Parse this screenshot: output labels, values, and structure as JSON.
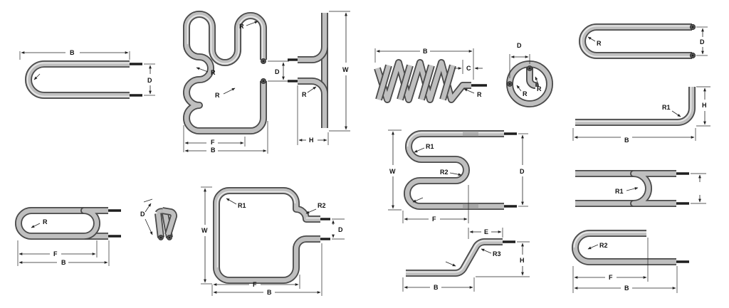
{
  "labels": {
    "hairpin_top_left": {
      "b": "B",
      "d": "D"
    },
    "serpentine_center": {
      "r_top": "R",
      "r_mid": "R",
      "r_low": "R",
      "d": "D",
      "r_right": "R",
      "w": "W",
      "f": "F",
      "b": "B",
      "h": "H"
    },
    "coil": {
      "b": "B",
      "c": "C",
      "r": "R"
    },
    "ring": {
      "d": "D",
      "r_left": "R",
      "r_right": "R"
    },
    "hairpin_top_right": {
      "r": "R",
      "d": "D"
    },
    "l_bend": {
      "r1": "R1",
      "h": "H",
      "b": "B"
    },
    "hairpin_bottom_left": {
      "r": "R",
      "f": "F",
      "b": "B"
    },
    "pair_small": {
      "d": "D"
    },
    "frame": {
      "r1": "R1",
      "r2": "R2",
      "w": "W",
      "d": "D",
      "f": "F",
      "b": "B"
    },
    "s_bend": {
      "r1": "R1",
      "r2": "R2",
      "w": "W",
      "d": "D",
      "f": "F"
    },
    "offset_bend": {
      "e": "E",
      "r3": "R3",
      "h": "H",
      "b": "B"
    },
    "hairpin_mid_right": {
      "r1": "R1"
    },
    "hook_bottom_right": {
      "r2": "R2",
      "f": "F",
      "b": "B"
    }
  },
  "colors": {
    "tube_edge": "#4a4a4a",
    "tube_fill": "#bfbfbf",
    "terminal": "#1e1e1e",
    "line": "#222222"
  }
}
